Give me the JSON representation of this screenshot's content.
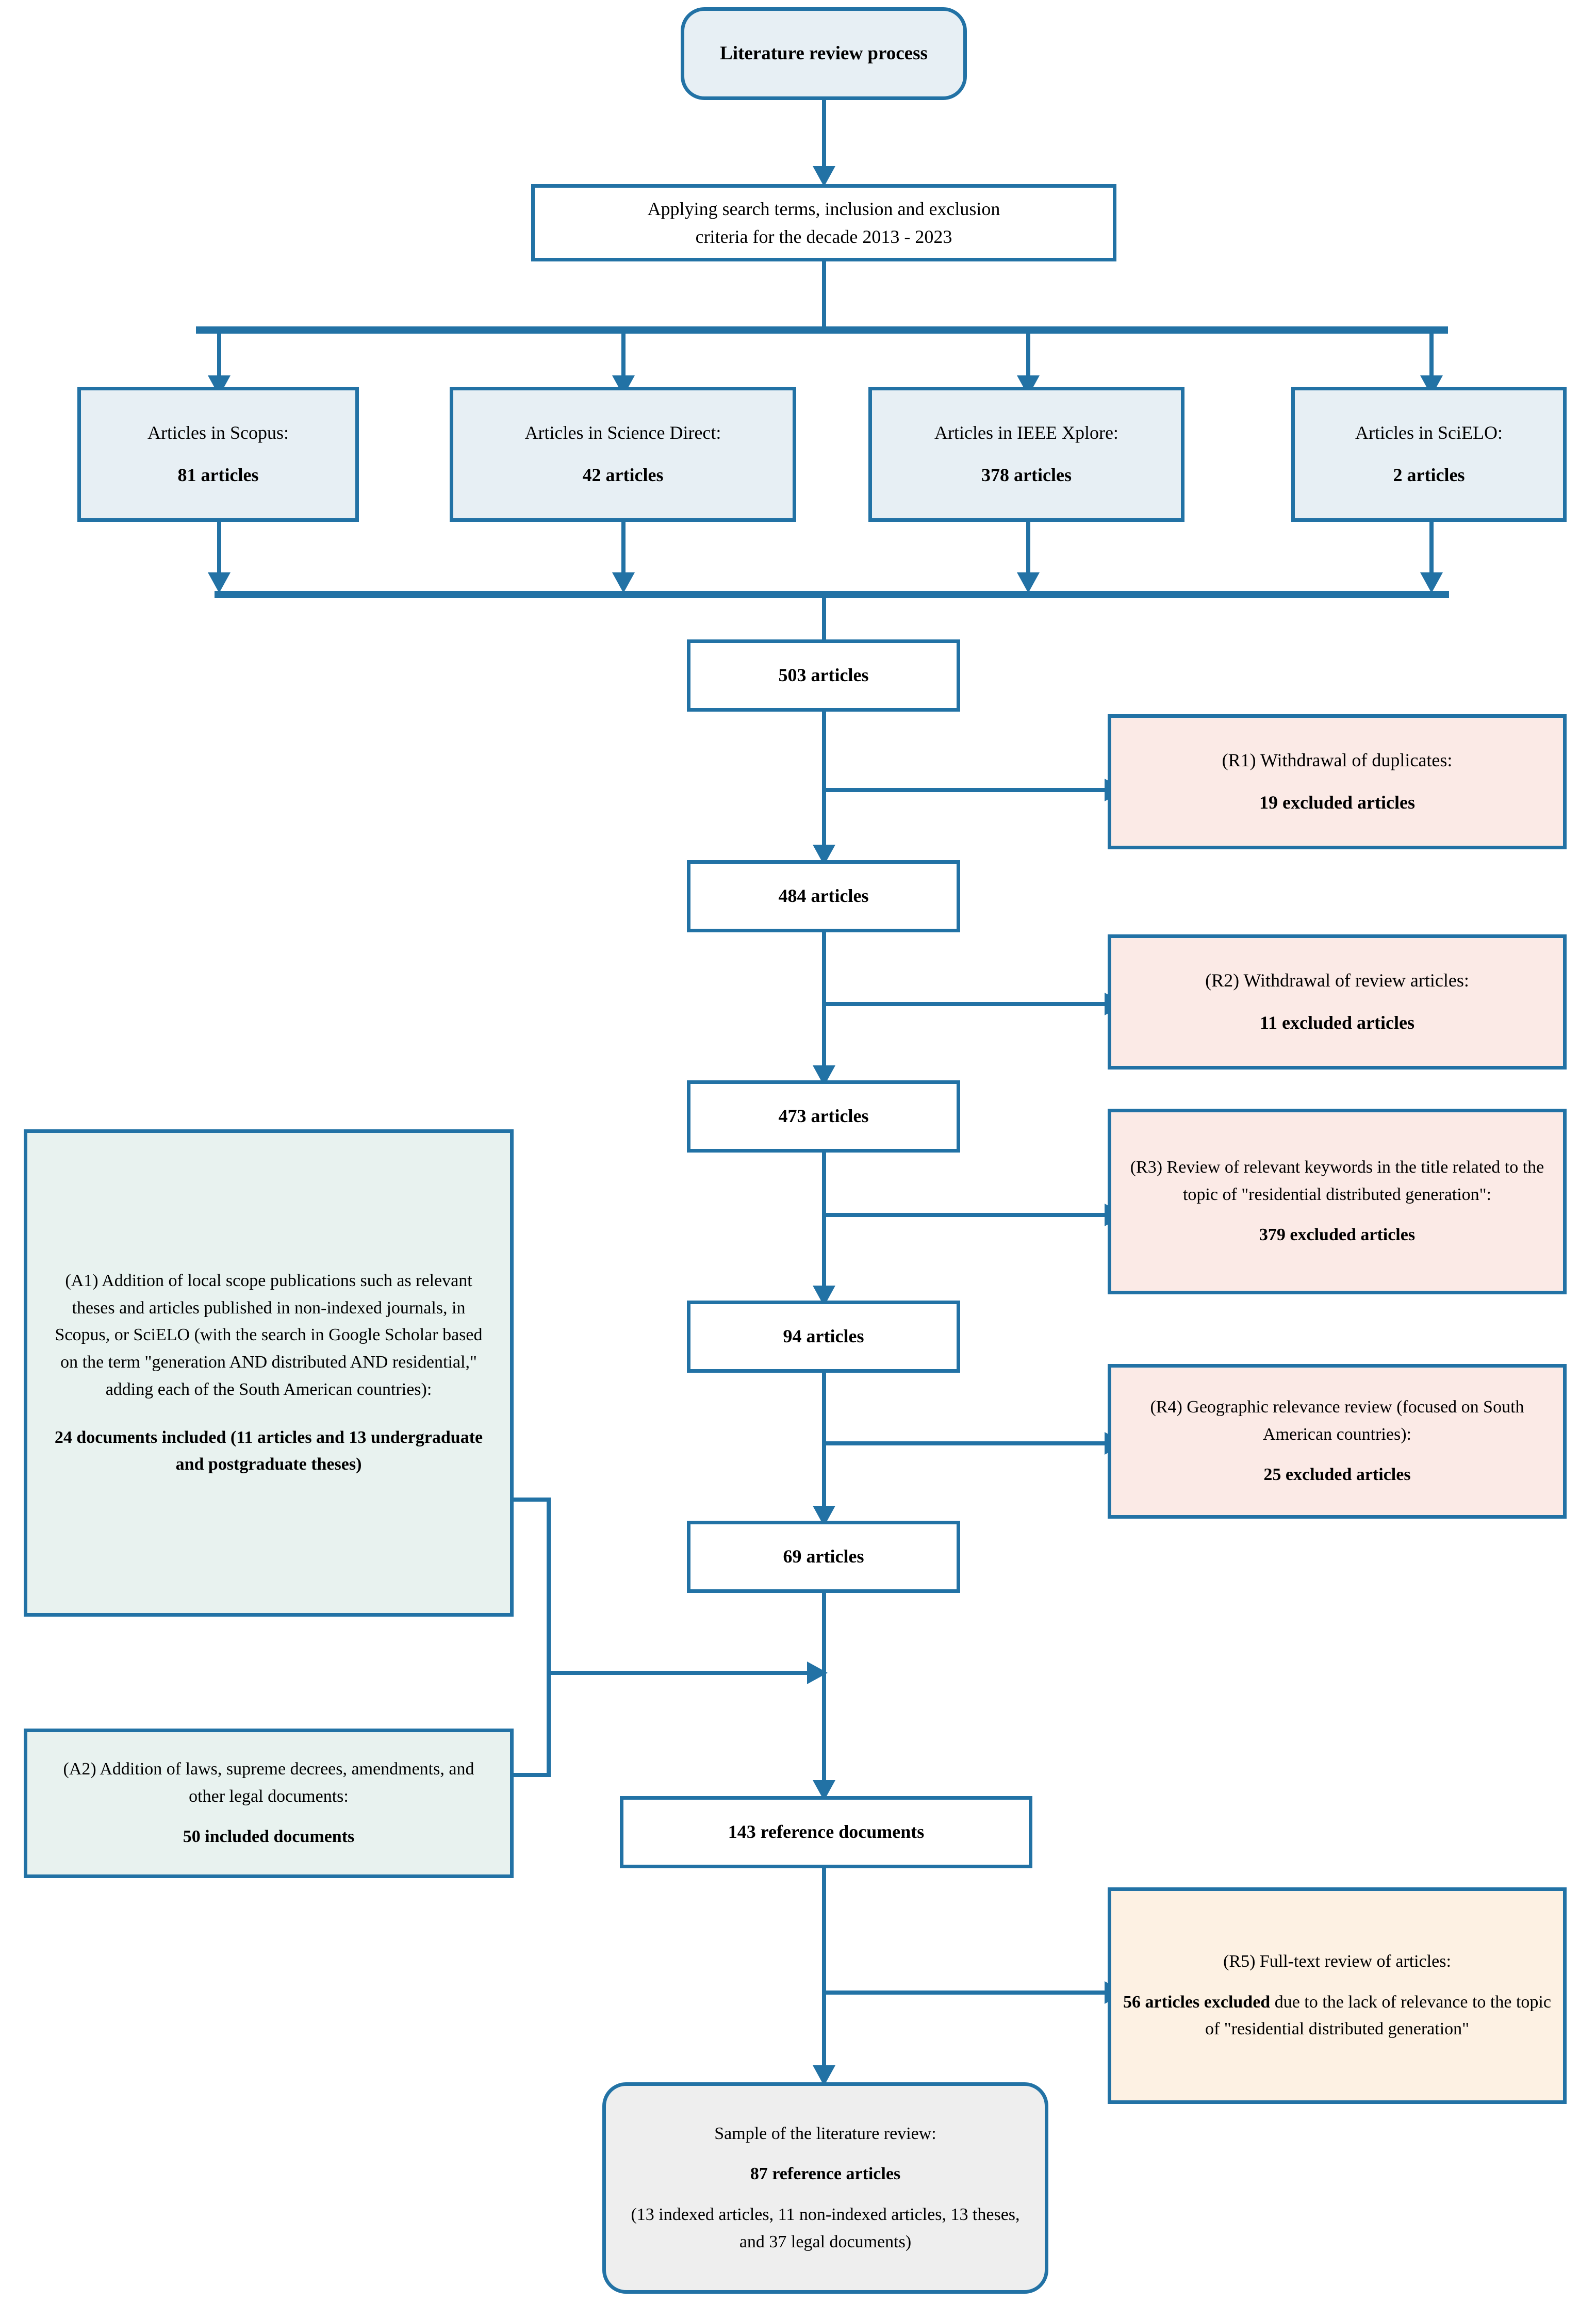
{
  "diagram": {
    "title": "Literature review process",
    "accent_color": "#2272a5",
    "fills": {
      "start_end": "#e7eff4",
      "process": "#ffffff",
      "source": "#e7eff4",
      "excluded": "#fbeae6",
      "excluded_fulltext": "#fdf1e3",
      "added": "#e8f2ef",
      "sample": "#eeeeee"
    }
  },
  "start": {
    "label": "Literature review process"
  },
  "criteria": {
    "line1": "Applying search terms, inclusion and exclusion",
    "line2": "criteria for the decade 2013 - 2023"
  },
  "sources": [
    {
      "name": "Articles in Scopus:",
      "count": "81 articles"
    },
    {
      "name": "Articles in Science Direct:",
      "count": "42 articles"
    },
    {
      "name": "Articles in IEEE Xplore:",
      "count": "378 articles"
    },
    {
      "name": "Articles in SciELO:",
      "count": "2 articles"
    }
  ],
  "counts": {
    "c1": "503 articles",
    "c2": "484 articles",
    "c3": "473 articles",
    "c4": "94 articles",
    "c5": "69 articles",
    "c6": "143 reference documents"
  },
  "exclusions": [
    {
      "id": "R1",
      "reason": "(R1) Withdrawal of duplicates:",
      "result": "19 excluded articles"
    },
    {
      "id": "R2",
      "reason": "(R2) Withdrawal of review articles:",
      "result": "11 excluded articles"
    },
    {
      "id": "R3",
      "reason": "(R3) Review of relevant keywords in the title related to the topic of \"residential distributed generation\":",
      "result": "379 excluded articles"
    },
    {
      "id": "R4",
      "reason": "(R4) Geographic relevance review (focused on South American countries):",
      "result": "25 excluded articles"
    }
  ],
  "fulltext_exclusion": {
    "id": "R5",
    "reason": "(R5) Full-text review of articles:",
    "result_bold": "56 articles excluded",
    "result_rest": " due to the lack of relevance to the topic of \"residential distributed generation\""
  },
  "additions": [
    {
      "id": "A1",
      "reason": "(A1) Addition of local scope publications such as relevant theses and articles published in non-indexed journals, in Scopus, or SciELO (with the search in Google Scholar based on the term \"generation AND distributed AND residential,\" adding each of the South American countries):",
      "result": "24 documents included (11 articles and 13 undergraduate and postgraduate theses)"
    },
    {
      "id": "A2",
      "reason": "(A2) Addition of laws, supreme decrees, amendments, and other legal documents:",
      "result": "50 included documents"
    }
  ],
  "sample": {
    "line1": "Sample of the literature review:",
    "line2": "87 reference articles",
    "line3": "(13 indexed articles, 11 non-indexed articles, 13 theses, and 37 legal documents)"
  }
}
